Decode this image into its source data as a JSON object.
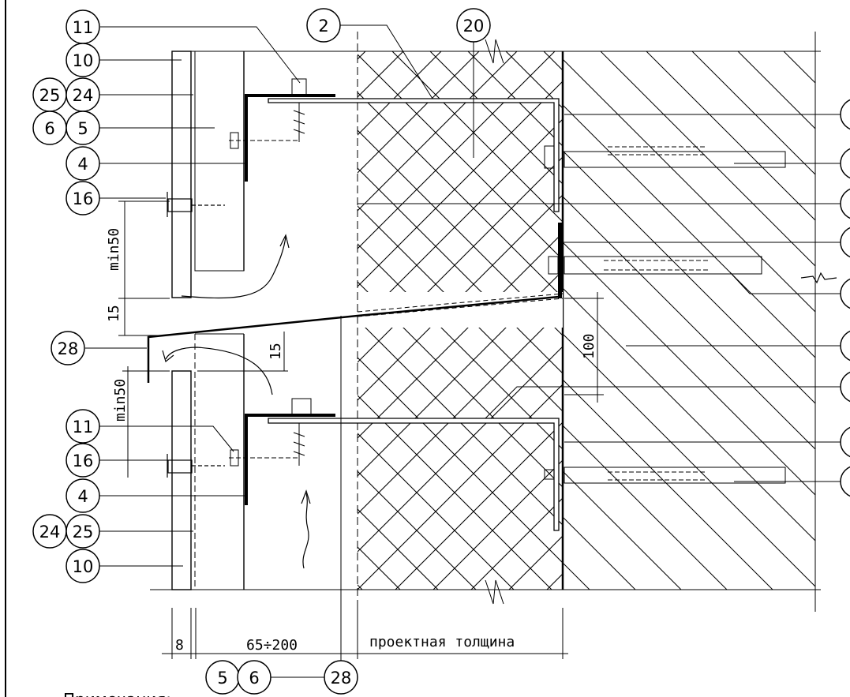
{
  "callouts": {
    "c11_top": "11",
    "c10_top": "10",
    "c25_top": "25",
    "c24_top": "24",
    "c6_top": "6",
    "c5_top": "5",
    "c4_top": "4",
    "c16_top": "16",
    "c28_left": "28",
    "c11_bot": "11",
    "c16_bot": "16",
    "c4_bot": "4",
    "c24_bot": "24",
    "c25_bot": "25",
    "c10_bot": "10",
    "c2": "2",
    "c20": "20",
    "c5_bottom": "5",
    "c6_bottom": "6",
    "c28_bottom": "28"
  },
  "dimensions": {
    "min50_top": "min50",
    "d15_left": "15",
    "d15_mid": "15",
    "min50_bot": "min50",
    "d100": "100",
    "d8": "8",
    "d65_200": "65÷200",
    "design_thickness": "проектная толщина"
  },
  "note": {
    "text": "Примечания:"
  }
}
